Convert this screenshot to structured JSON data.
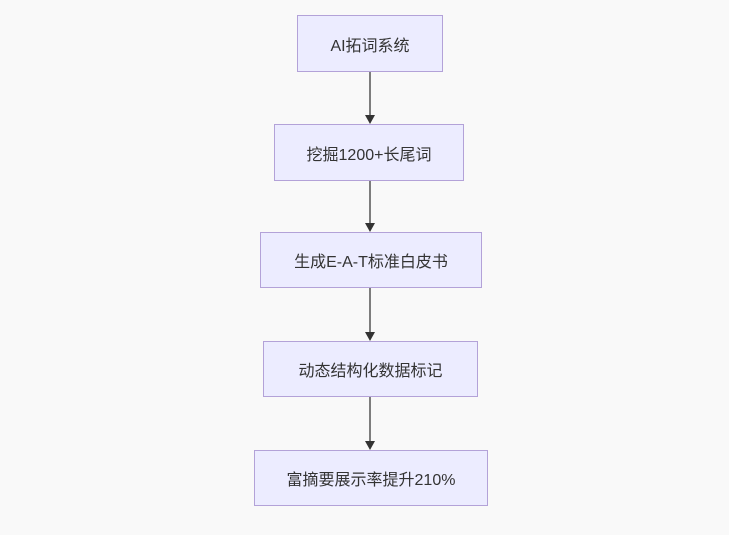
{
  "diagram": {
    "type": "flowchart-top-down",
    "nodes": [
      {
        "id": "n0",
        "label": "AI拓词系统"
      },
      {
        "id": "n1",
        "label": "挖掘1200+长尾词"
      },
      {
        "id": "n2",
        "label": "生成E-A-T标准白皮书"
      },
      {
        "id": "n3",
        "label": "动态结构化数据标记"
      },
      {
        "id": "n4",
        "label": "富摘要展示率提升210%"
      }
    ],
    "edges": [
      {
        "from": "n0",
        "to": "n1"
      },
      {
        "from": "n1",
        "to": "n2"
      },
      {
        "from": "n2",
        "to": "n3"
      },
      {
        "from": "n3",
        "to": "n4"
      }
    ]
  },
  "colors": {
    "background": "#f9f9f9",
    "node_fill": "#ececff",
    "node_border": "#b3a2d8",
    "node_text": "#333333",
    "arrow_line": "#7d7d7d",
    "arrow_head": "#333333"
  }
}
